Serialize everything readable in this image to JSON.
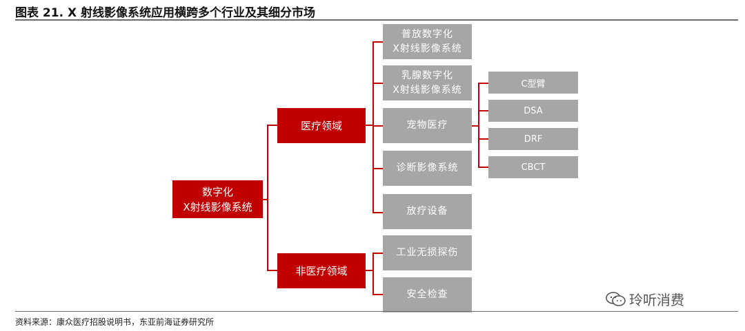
{
  "title": "图表 21. X 射线影像系统应用横跨多个行业及其细分市场",
  "root": {
    "line1": "数字化",
    "line2": "X射线影像系统"
  },
  "medical": "医疗领域",
  "nonmedical": "非医疗领域",
  "medical_children": [
    {
      "line1": "普放数字化",
      "line2": "X射线影像系统"
    },
    {
      "line1": "乳腺数字化",
      "line2": "X射线影像系统"
    },
    {
      "line1": "宠物医疗",
      "line2": ""
    },
    {
      "line1": "诊断影像系统",
      "line2": ""
    },
    {
      "line1": "放疗设备",
      "line2": ""
    }
  ],
  "nonmedical_children": [
    "工业无损探伤",
    "安全检查"
  ],
  "sub_items": [
    "C型臂",
    "DSA",
    "DRF",
    "CBCT"
  ],
  "source": "资料来源：康众医疗招股说明书，东亚前海证券研究所",
  "watermark": "玲听消费",
  "colors": {
    "accent": "#c00000",
    "box_gray": "#a6a6a6"
  }
}
